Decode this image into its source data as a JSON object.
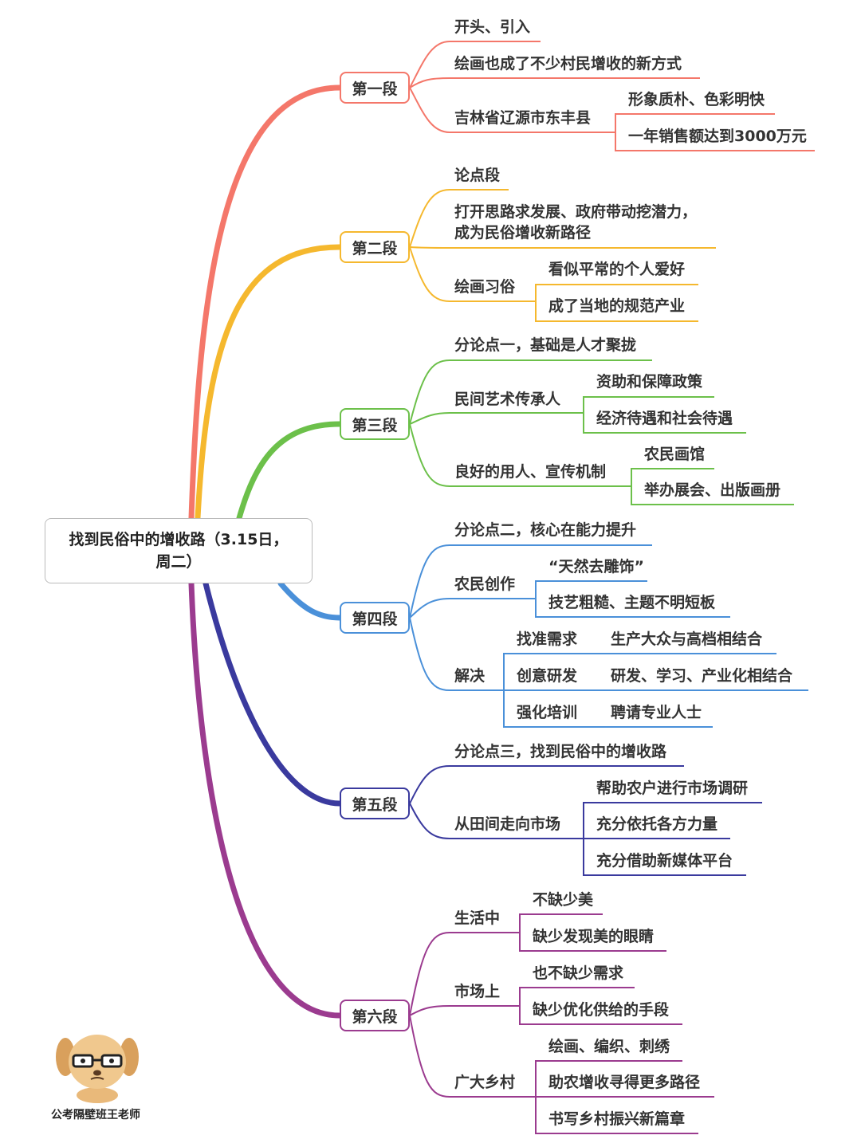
{
  "root": {
    "line1": "找到民俗中的增收路（3.15日，",
    "line2": "周二）"
  },
  "colors": {
    "s1": "#f4776a",
    "s2": "#f5b82e",
    "s3": "#6cc04a",
    "s4": "#4a90d9",
    "s5": "#3a3a9e",
    "s6": "#9b3b8f"
  },
  "sections": [
    {
      "label": "第一段",
      "items": [
        {
          "text": "开头、引入"
        },
        {
          "text": "绘画也成了不少村民增收的新方式"
        },
        {
          "text": "吉林省辽源市东丰县",
          "children": [
            "形象质朴、色彩明快",
            "一年销售额达到3000万元"
          ]
        }
      ]
    },
    {
      "label": "第二段",
      "items": [
        {
          "text": "论点段"
        },
        {
          "text": "打开思路求发展、政府带动挖潜力，",
          "text2": "成为民俗增收新路径"
        },
        {
          "text": "绘画习俗",
          "children": [
            "看似平常的个人爱好",
            "成了当地的规范产业"
          ]
        }
      ]
    },
    {
      "label": "第三段",
      "items": [
        {
          "text": "分论点一，基础是人才聚拢"
        },
        {
          "text": "民间艺术传承人",
          "children": [
            "资助和保障政策",
            "经济待遇和社会待遇"
          ]
        },
        {
          "text": "良好的用人、宣传机制",
          "children": [
            "农民画馆",
            "举办展会、出版画册"
          ]
        }
      ]
    },
    {
      "label": "第四段",
      "items": [
        {
          "text": "分论点二，核心在能力提升"
        },
        {
          "text": "农民创作",
          "children": [
            "“天然去雕饰”",
            "技艺粗糙、主题不明短板"
          ]
        },
        {
          "text": "解决",
          "pairs": [
            {
              "a": "找准需求",
              "b": "生产大众与高档相结合"
            },
            {
              "a": "创意研发",
              "b": "研发、学习、产业化相结合"
            },
            {
              "a": "强化培训",
              "b": "聘请专业人士"
            }
          ]
        }
      ]
    },
    {
      "label": "第五段",
      "items": [
        {
          "text": "分论点三，找到民俗中的增收路"
        },
        {
          "text": "从田间走向市场",
          "children": [
            "帮助农户进行市场调研",
            "充分依托各方力量",
            "充分借助新媒体平台"
          ]
        }
      ]
    },
    {
      "label": "第六段",
      "items": [
        {
          "text": "生活中",
          "children": [
            "不缺少美",
            "缺少发现美的眼睛"
          ]
        },
        {
          "text": "市场上",
          "children": [
            "也不缺少需求",
            "缺少优化供给的手段"
          ]
        },
        {
          "text": "广大乡村",
          "children": [
            "绘画、编织、刺绣",
            "助农增收寻得更多路径",
            "书写乡村振兴新篇章"
          ]
        }
      ]
    }
  ],
  "watermark": {
    "text": "公考隔壁班王老师",
    "icon": "dog-mascot-icon"
  }
}
